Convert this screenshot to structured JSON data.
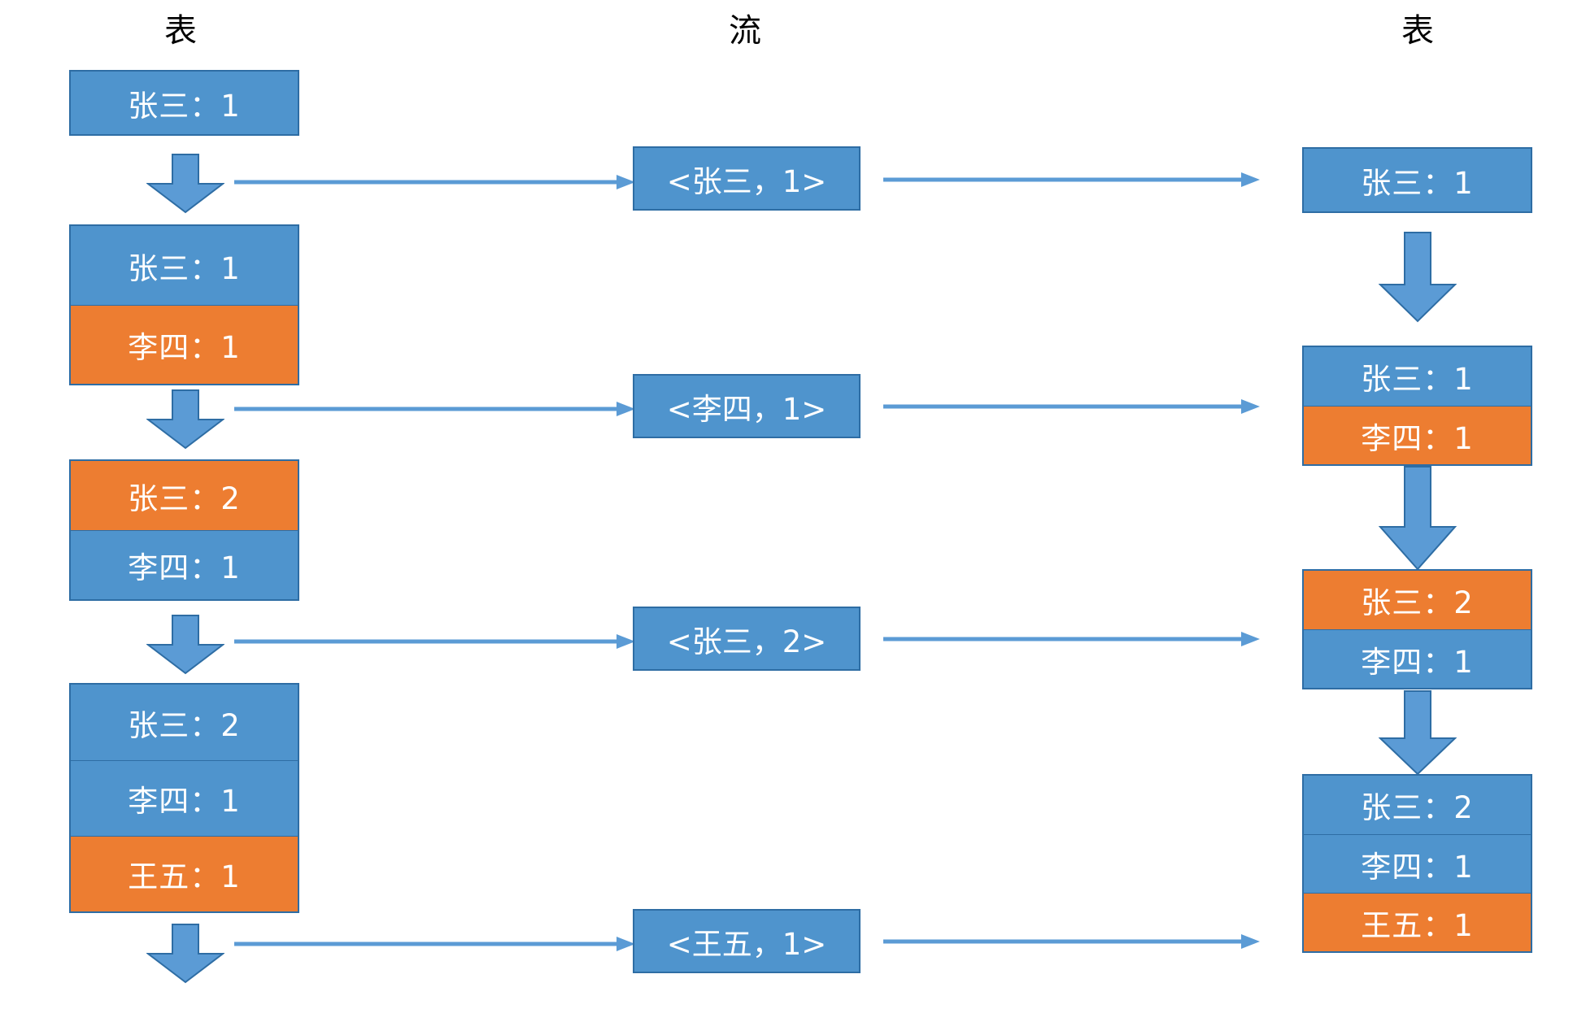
{
  "diagram": {
    "columns": [
      {
        "id": "left-table",
        "title": "表"
      },
      {
        "id": "stream",
        "title": "流"
      },
      {
        "id": "right-table",
        "title": "表"
      }
    ],
    "colors": {
      "blue_fill": "#4f94cd",
      "orange_fill": "#ed7d31",
      "border": "#2e6da4",
      "arrow": "#5b9bd5",
      "text_on_fill": "#ffffff",
      "title_text": "#000000",
      "background": "#ffffff"
    },
    "left_tables": [
      {
        "id": "left-table-1",
        "rows": [
          {
            "label": "张三：1",
            "color": "blue"
          }
        ]
      },
      {
        "id": "left-table-2",
        "rows": [
          {
            "label": "张三：1",
            "color": "blue"
          },
          {
            "label": "李四：1",
            "color": "orange"
          }
        ]
      },
      {
        "id": "left-table-3",
        "rows": [
          {
            "label": "张三：2",
            "color": "orange"
          },
          {
            "label": "李四：1",
            "color": "blue"
          }
        ]
      },
      {
        "id": "left-table-4",
        "rows": [
          {
            "label": "张三：2",
            "color": "blue"
          },
          {
            "label": "李四：1",
            "color": "blue"
          },
          {
            "label": "王五：1",
            "color": "orange"
          }
        ]
      }
    ],
    "stream_events": [
      {
        "id": "stream-event-1",
        "label": "<张三，1>"
      },
      {
        "id": "stream-event-2",
        "label": "<李四，1>"
      },
      {
        "id": "stream-event-3",
        "label": "<张三，2>"
      },
      {
        "id": "stream-event-4",
        "label": "<王五，1>"
      }
    ],
    "right_tables": [
      {
        "id": "right-table-1",
        "rows": [
          {
            "label": "张三：1",
            "color": "blue"
          }
        ]
      },
      {
        "id": "right-table-2",
        "rows": [
          {
            "label": "张三：1",
            "color": "blue"
          },
          {
            "label": "李四：1",
            "color": "orange"
          }
        ]
      },
      {
        "id": "right-table-3",
        "rows": [
          {
            "label": "张三：2",
            "color": "orange"
          },
          {
            "label": "李四：1",
            "color": "blue"
          }
        ]
      },
      {
        "id": "right-table-4",
        "rows": [
          {
            "label": "张三：2",
            "color": "blue"
          },
          {
            "label": "李四：1",
            "color": "blue"
          },
          {
            "label": "王五：1",
            "color": "orange"
          }
        ]
      }
    ]
  }
}
